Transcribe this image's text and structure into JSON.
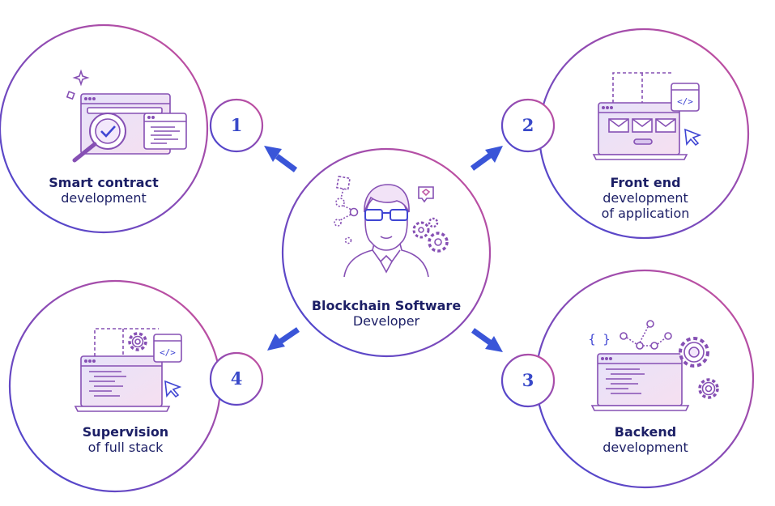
{
  "center": {
    "title": "Blockchain Software",
    "subtitle": "Developer"
  },
  "steps": [
    {
      "number": "1",
      "line1": "Smart contract",
      "line2": "development",
      "line3": ""
    },
    {
      "number": "2",
      "line1": "Front end",
      "line2": "development",
      "line3": "of application"
    },
    {
      "number": "3",
      "line1": "Backend",
      "line2": "development",
      "line3": ""
    },
    {
      "number": "4",
      "line1": "Supervision",
      "line2": "of full stack",
      "line3": ""
    }
  ],
  "icons": {
    "center": "developer-avatar-icon",
    "step1": "contract-verification-icon",
    "step2": "frontend-laptop-icon",
    "step3": "backend-laptop-gears-icon",
    "step4": "fullstack-laptop-icon",
    "code_tag": "code-tag-icon",
    "brackets": "curly-brackets-icon"
  },
  "colors": {
    "ring_start": "#3f45d3",
    "ring_end": "#d0519a",
    "text": "#1c1f66",
    "number": "#3949c9",
    "arrow": "#3a55d8",
    "icon_stroke": "#8650b4",
    "screen_fill": "#ecdff5"
  }
}
